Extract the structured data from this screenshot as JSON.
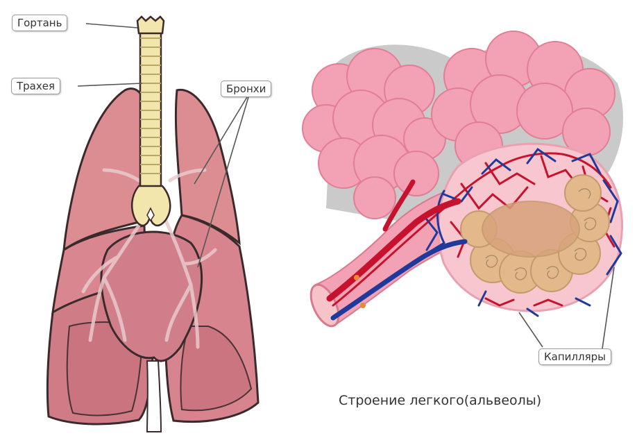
{
  "labels": {
    "larynx": "Гортань",
    "trachea": "Трахея",
    "bronchi": "Бронхи",
    "capillaries": "Капилляры"
  },
  "caption": "Строение легкого(альвеолы)",
  "colors": {
    "lung_fill": "#dc8d92",
    "lung_outline": "#3b2a2c",
    "trachea_fill": "#f3e6ad",
    "alveoli_pink": "#f2a2b4",
    "artery_red": "#c6122d",
    "vein_blue": "#1f3a9a",
    "alveolus_core": "#e3b98c",
    "shadow_gray": "#bdbdbd"
  }
}
